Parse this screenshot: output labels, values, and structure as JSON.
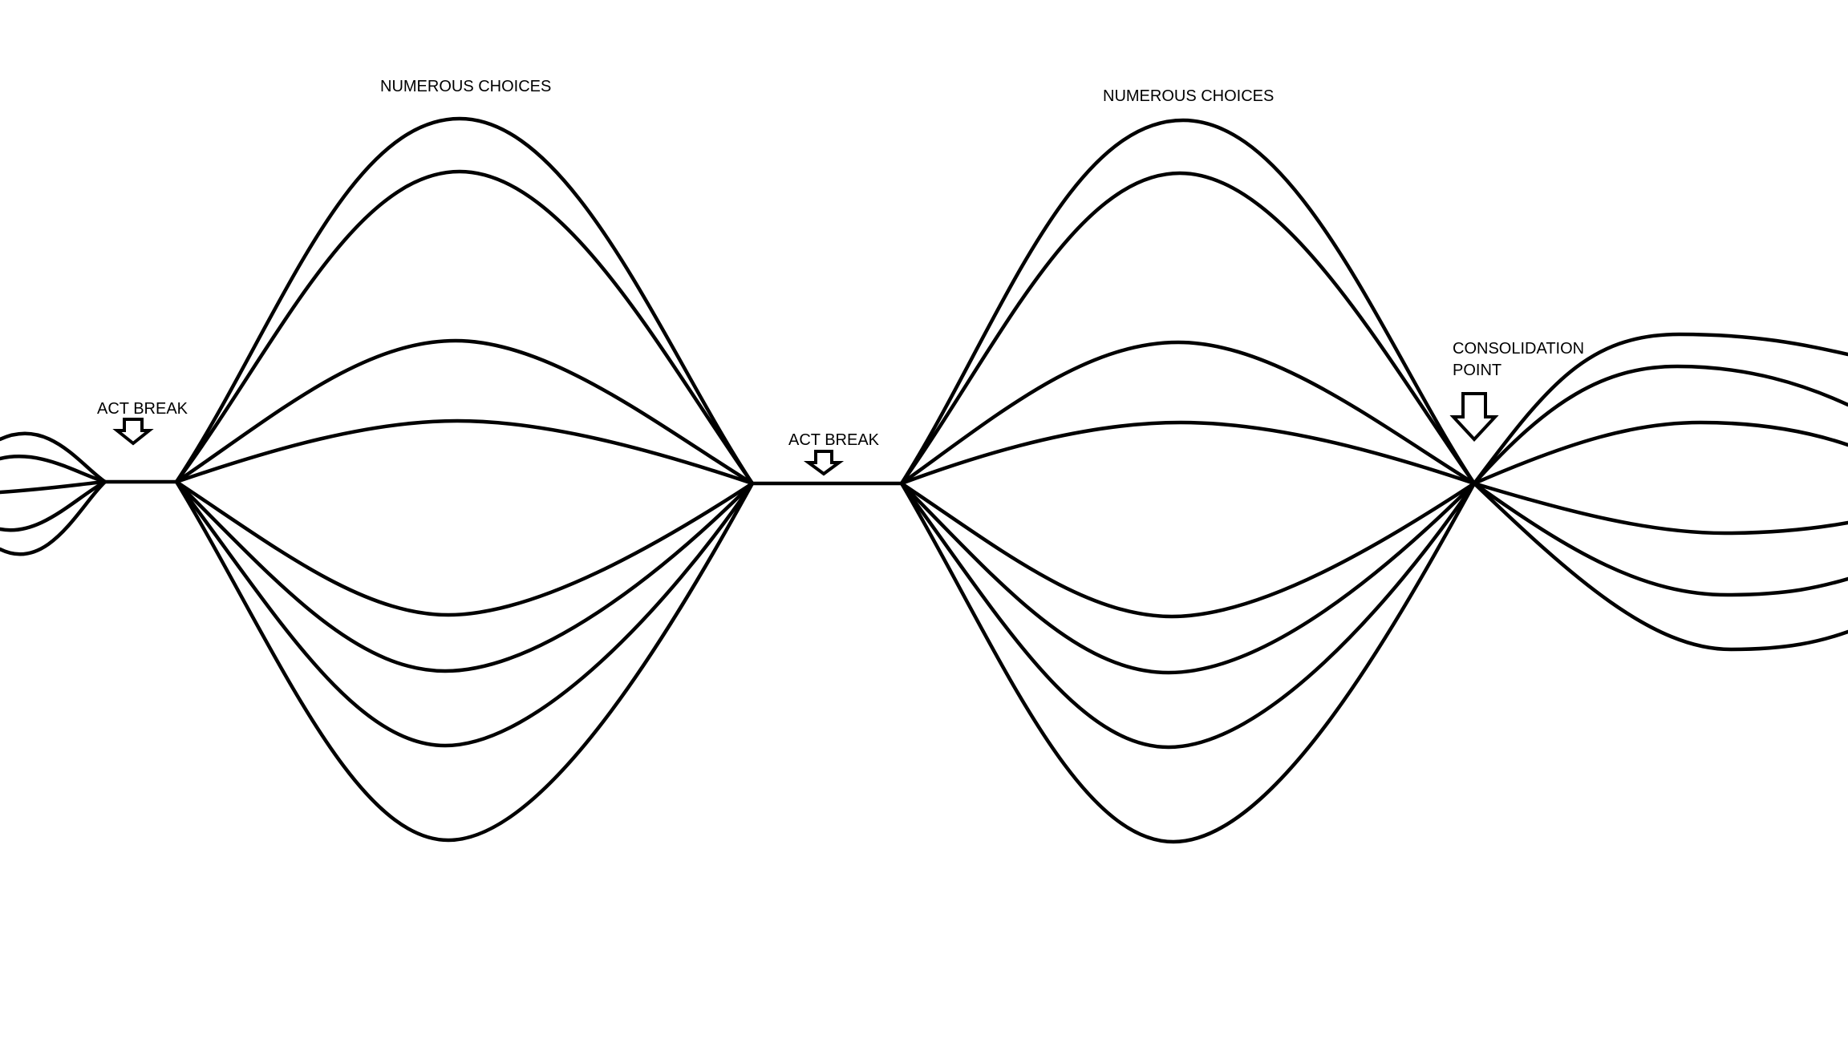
{
  "diagram": {
    "labels": {
      "choices_1": "NUMEROUS CHOICES",
      "choices_2": "NUMEROUS CHOICES",
      "act_break_1": "ACT BREAK",
      "act_break_2": "ACT BREAK",
      "consolidation_line1": "CONSOLIDATION",
      "consolidation_line2": "POINT"
    },
    "colors": {
      "stroke": "#000000",
      "background": "#ffffff"
    }
  }
}
